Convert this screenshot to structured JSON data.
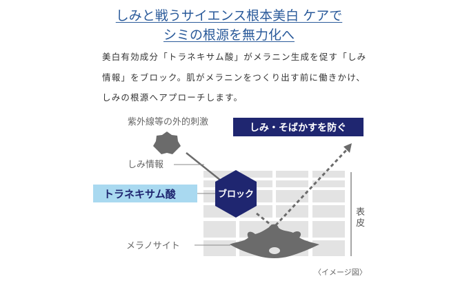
{
  "heading": {
    "line1": "しみと戦うサイエンス根本美白 ケアで",
    "line2": "シミの根源を無力化へ"
  },
  "description": [
    "美白有効成分「トラネキサム酸」がメラニン生成を促す「しみ",
    "情報」をブロック。肌がメラニンをつくり出す前に働きかけ、",
    "しみの根源へアプローチします。"
  ],
  "diagram": {
    "uv_label": "紫外線等の外的刺激",
    "info_label": "しみ情報",
    "ingredient_label": "トラネキサム酸",
    "block_label": "ブロック",
    "result_label": "しみ・そばかすを防ぐ",
    "melanocyte_label": "メラノサイト",
    "epidermis_label": "表皮",
    "caption": "〈イメージ図〉"
  },
  "colors": {
    "title": "#2a5a9a",
    "navy": "#1f2670",
    "light_blue": "#a9d9f0",
    "gray": "#6b6b6b",
    "cell": "#e3e3e3"
  }
}
